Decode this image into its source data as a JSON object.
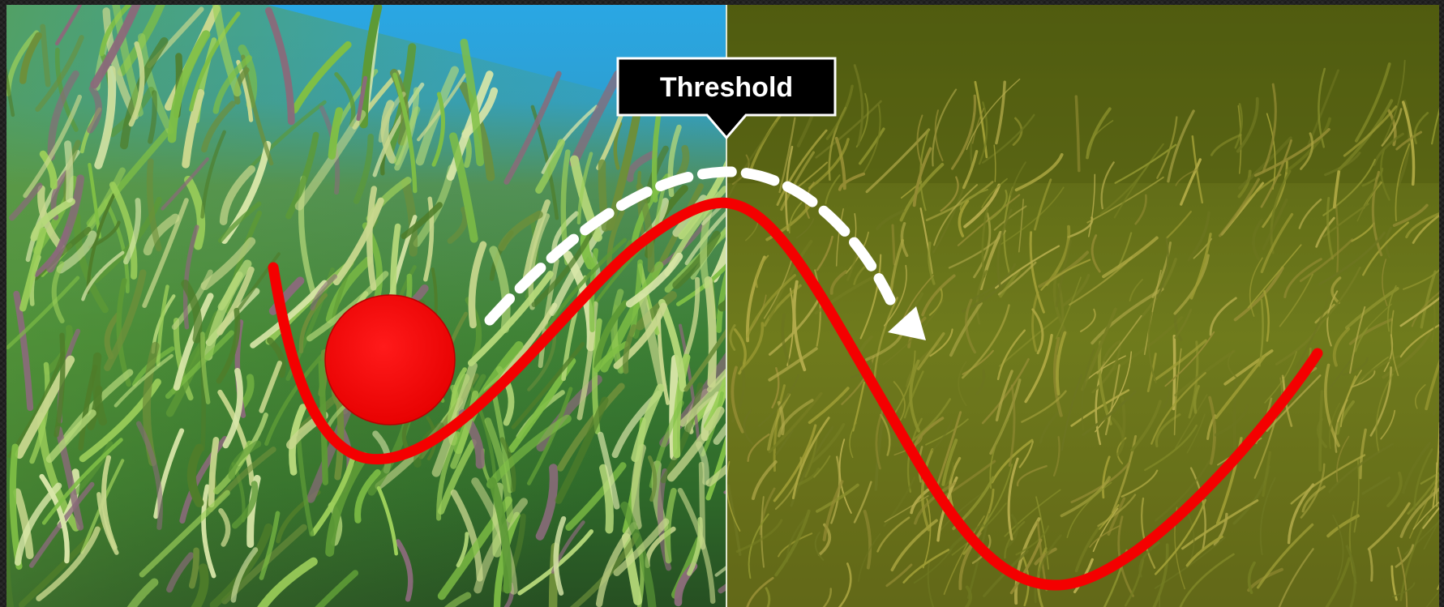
{
  "threshold_label": "Threshold",
  "left_panel": {
    "scene": "healthy-seagrass-meadow"
  },
  "right_panel": {
    "scene": "degraded-turbid-seagrass"
  },
  "colors": {
    "curve": "#f40000",
    "ball": "#f40000",
    "arrow": "#ffffff",
    "label_bg": "#000000",
    "label_text": "#ffffff"
  }
}
